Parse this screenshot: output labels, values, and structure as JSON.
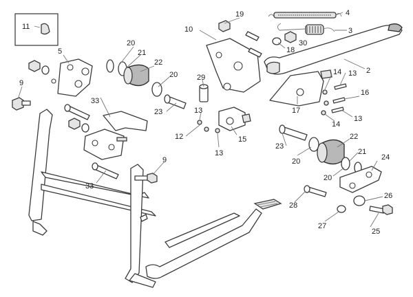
{
  "callouts": [
    {
      "id": "c11",
      "text": "11"
    },
    {
      "id": "c5",
      "text": "5"
    },
    {
      "id": "c9a",
      "text": "9"
    },
    {
      "id": "c20a",
      "text": "20"
    },
    {
      "id": "c21a",
      "text": "21"
    },
    {
      "id": "c22a",
      "text": "22"
    },
    {
      "id": "c20b",
      "text": "20"
    },
    {
      "id": "c23a",
      "text": "23"
    },
    {
      "id": "c33a",
      "text": "33"
    },
    {
      "id": "c33b",
      "text": "33"
    },
    {
      "id": "c9b",
      "text": "9"
    },
    {
      "id": "c10",
      "text": "10"
    },
    {
      "id": "c19",
      "text": "19"
    },
    {
      "id": "c4",
      "text": "4"
    },
    {
      "id": "c3",
      "text": "3"
    },
    {
      "id": "c18",
      "text": "18"
    },
    {
      "id": "c30",
      "text": "30"
    },
    {
      "id": "c2",
      "text": "2"
    },
    {
      "id": "c29",
      "text": "29"
    },
    {
      "id": "c14a",
      "text": "14"
    },
    {
      "id": "c13a",
      "text": "13"
    },
    {
      "id": "c16",
      "text": "16"
    },
    {
      "id": "c13b",
      "text": "13"
    },
    {
      "id": "c14b",
      "text": "14"
    },
    {
      "id": "c13c",
      "text": "13"
    },
    {
      "id": "c17",
      "text": "17"
    },
    {
      "id": "c12",
      "text": "12"
    },
    {
      "id": "c15",
      "text": "15"
    },
    {
      "id": "c13d",
      "text": "13"
    },
    {
      "id": "c23b",
      "text": "23"
    },
    {
      "id": "c20c",
      "text": "20"
    },
    {
      "id": "c22b",
      "text": "22"
    },
    {
      "id": "c21b",
      "text": "21"
    },
    {
      "id": "c24",
      "text": "24"
    },
    {
      "id": "c20d",
      "text": "20"
    },
    {
      "id": "c28",
      "text": "28"
    },
    {
      "id": "c26",
      "text": "26"
    },
    {
      "id": "c27",
      "text": "27"
    },
    {
      "id": "c25",
      "text": "25"
    }
  ]
}
